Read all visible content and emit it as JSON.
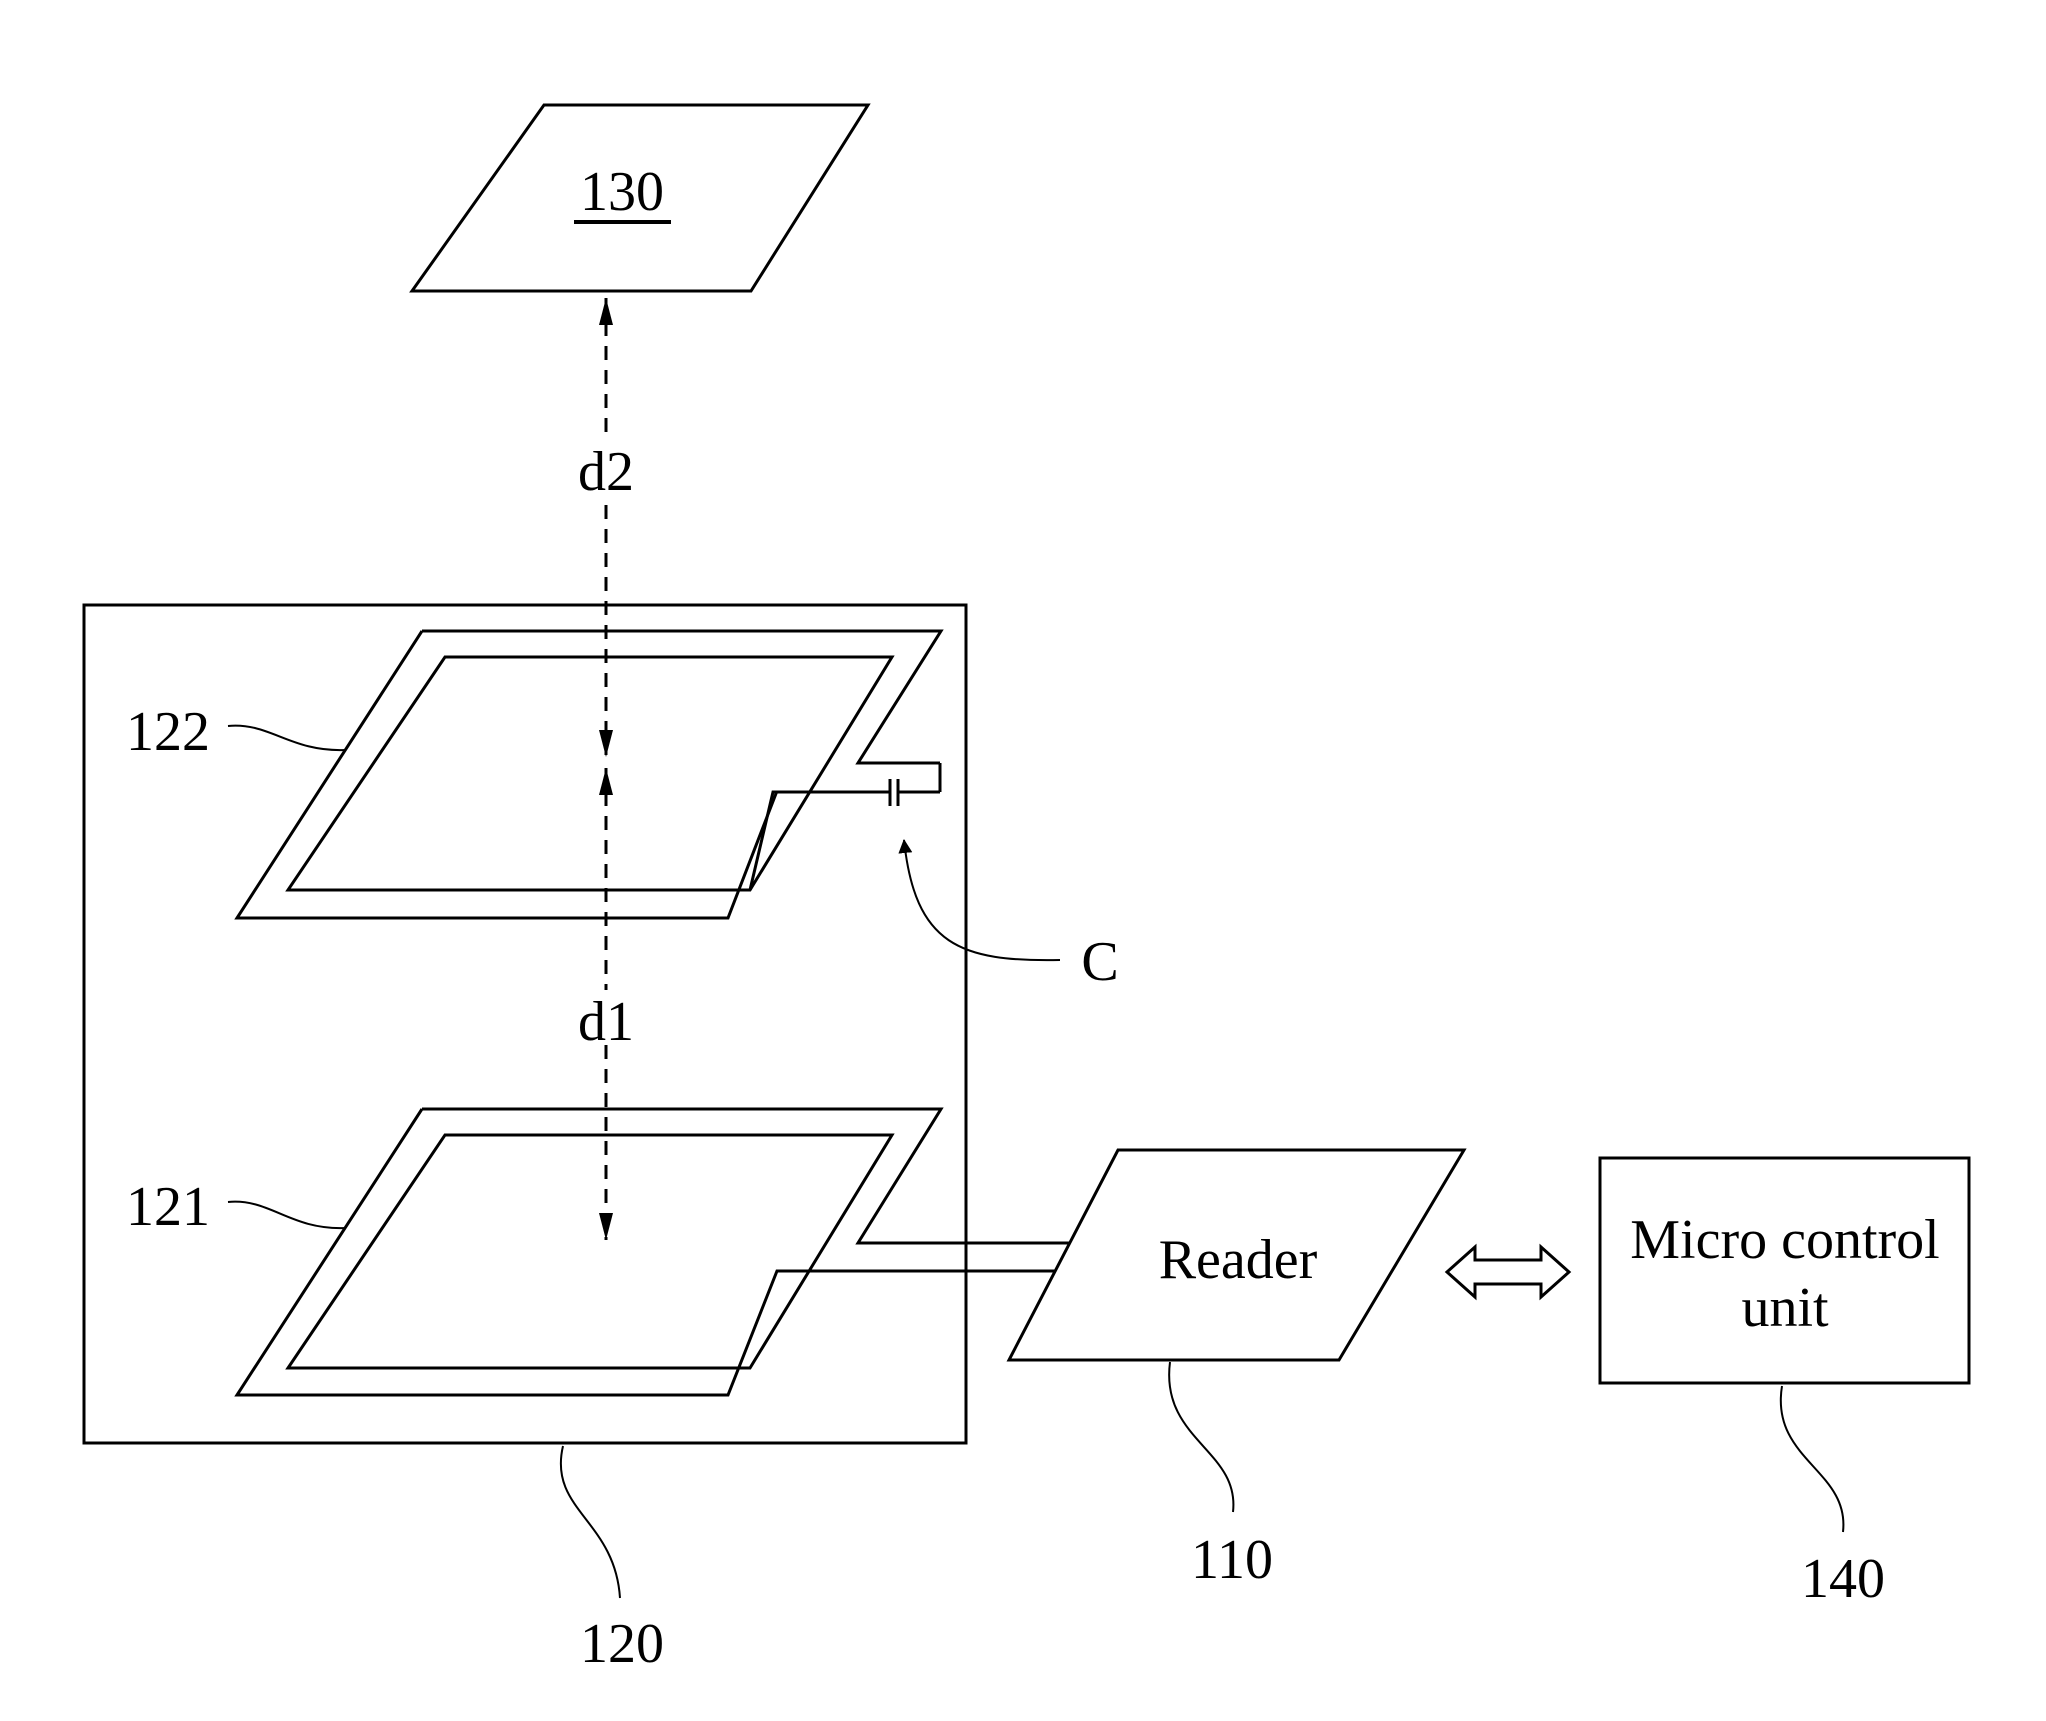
{
  "labels": {
    "target": "130",
    "d2": "d2",
    "d1": "d1",
    "coil_upper": "122",
    "coil_lower": "121",
    "capacitor": "C",
    "reader": "Reader",
    "reader_ref": "110",
    "sensor_module_ref": "120",
    "mcu_line1": "Micro control",
    "mcu_line2": "unit",
    "mcu_ref": "140"
  },
  "icons": {
    "link": "double-headed-arrow-icon",
    "capacitor": "capacitor-icon"
  }
}
